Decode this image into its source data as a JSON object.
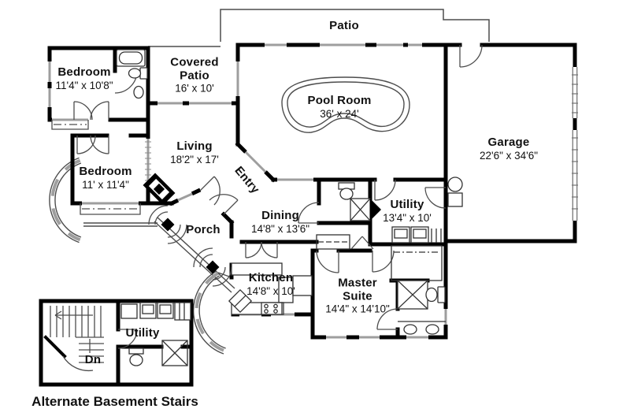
{
  "colors": {
    "wall": "#000000",
    "thin_line": "#4d4d4d",
    "window": "#9e9e9e",
    "text": "#111111",
    "background": "#ffffff"
  },
  "rooms": {
    "patio": {
      "label": "Patio"
    },
    "covered_patio": {
      "label": "Covered Patio",
      "dims": "16' x 10'"
    },
    "bedroom1": {
      "label": "Bedroom",
      "dims": "11'4\" x 10'8\""
    },
    "pool_room": {
      "label": "Pool Room",
      "dims": "36' x 24'"
    },
    "garage": {
      "label": "Garage",
      "dims": "22'6\" x 34'6\""
    },
    "living": {
      "label": "Living",
      "dims": "18'2\" x 17'"
    },
    "bedroom2": {
      "label": "Bedroom",
      "dims": "11' x 11'4\""
    },
    "entry": {
      "label": "Entry"
    },
    "porch": {
      "label": "Porch"
    },
    "dining": {
      "label": "Dining",
      "dims": "14'8\" x 13'6\""
    },
    "kitchen": {
      "label": "Kitchen",
      "dims": "14'8\" x 10'"
    },
    "master_suite": {
      "label": "Master Suite",
      "dims": "14'4\" x 14'10\""
    },
    "utility": {
      "label": "Utility",
      "dims": "13'4\" x 10'"
    },
    "basement_utility": {
      "label": "Utility"
    },
    "stairs_down": {
      "label": "Dn"
    }
  },
  "caption": "Alternate Basement Stairs"
}
